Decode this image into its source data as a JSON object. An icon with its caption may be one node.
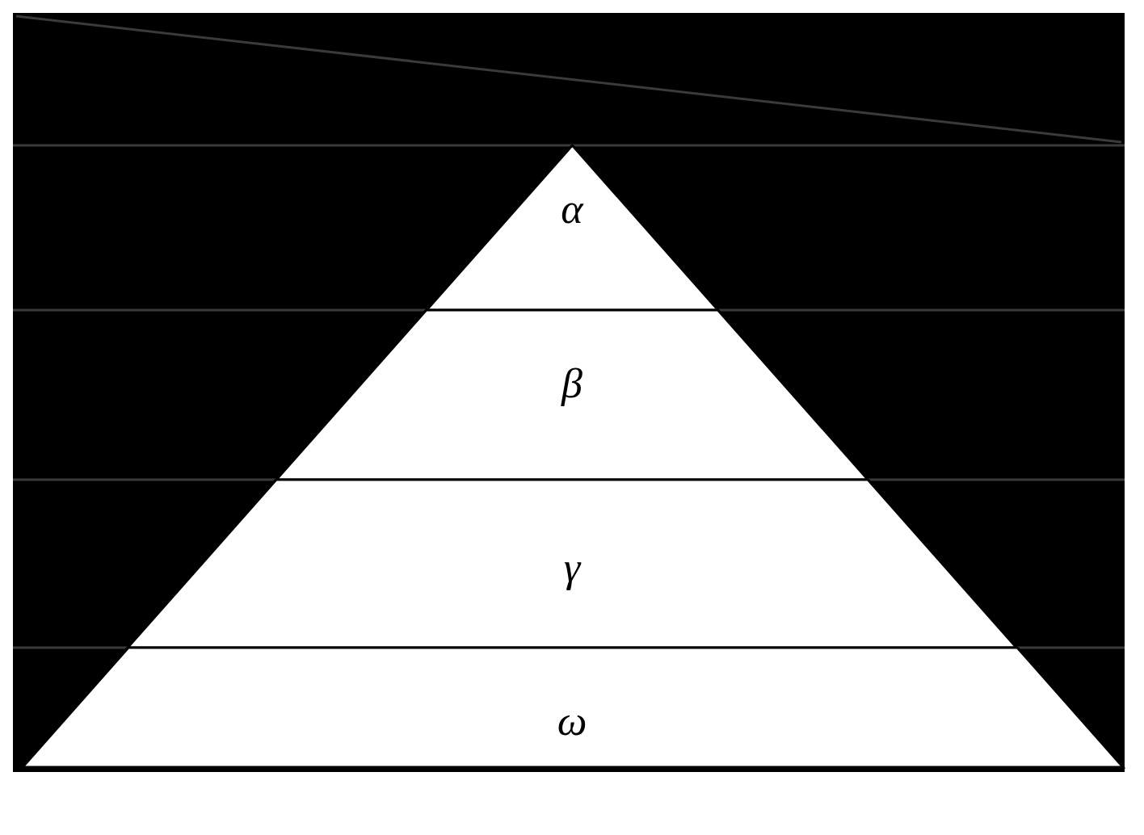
{
  "diagram": {
    "nodes": [
      {
        "text": [
          "α"
        ]
      },
      {
        "text": [
          "β"
        ]
      },
      {
        "text": [
          "γ"
        ]
      },
      {
        "text": [
          "ω"
        ]
      }
    ]
  }
}
